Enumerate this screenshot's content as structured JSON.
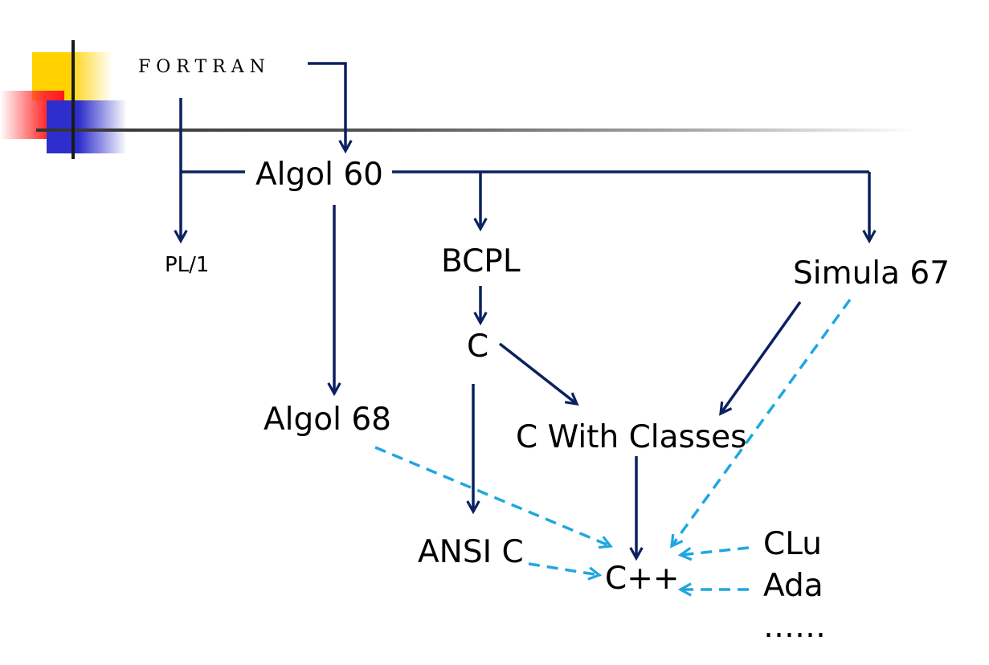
{
  "nodes": {
    "fortran": "FORTRAN",
    "algol60": "Algol 60",
    "pl1": "PL/1",
    "bcpl": "BCPL",
    "simula67": "Simula 67",
    "c": "C",
    "algol68": "Algol 68",
    "c_with_classes": "C With Classes",
    "ansi_c": "ANSI C",
    "cpp": "C++",
    "clu": "CLu",
    "ada": "Ada",
    "ellipsis": "……"
  },
  "colors": {
    "solid_arrow": "#0b2160",
    "dashed_arrow": "#1fa7e0",
    "text": "#000000"
  }
}
